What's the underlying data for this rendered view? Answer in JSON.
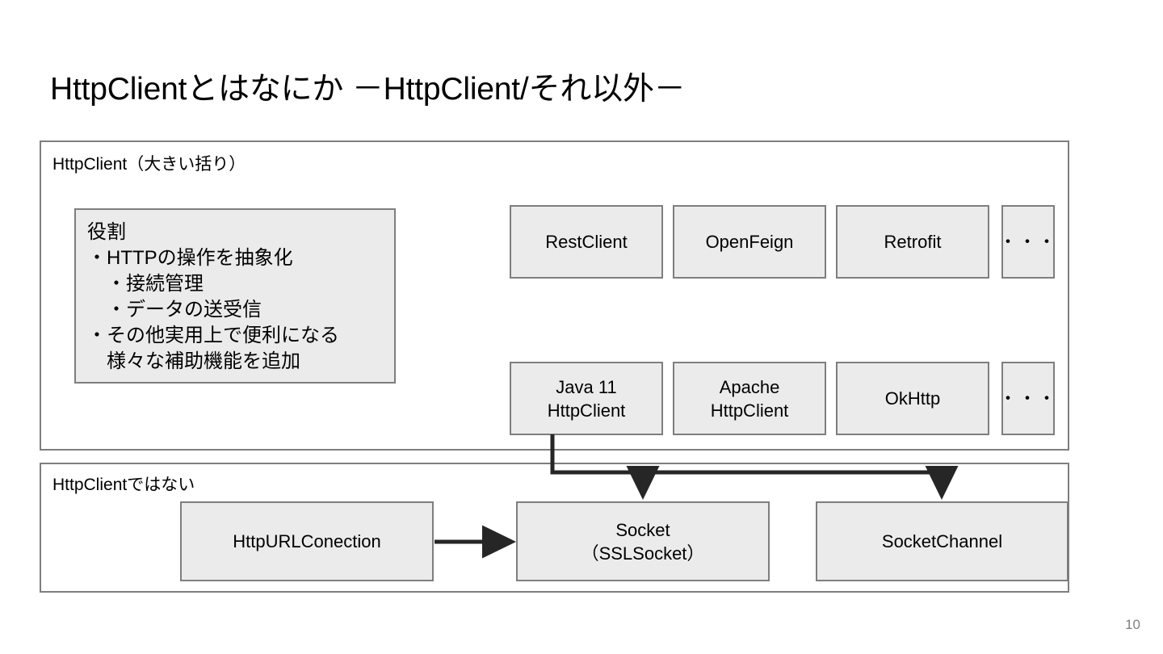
{
  "slide": {
    "title": "HttpClientとはなにか －HttpClient/それ以外－",
    "page_number": "10"
  },
  "colors": {
    "node_fill": "#ebebeb",
    "node_border": "#7e7e7e",
    "group_border": "#7e7e7e",
    "connector": "#262626",
    "text": "#000000",
    "page_number": "#7f7f7f",
    "background": "#ffffff"
  },
  "groups": {
    "httpclient": {
      "label": "HttpClient（大きい括り）",
      "role_box": {
        "text": "役割\n・HTTPの操作を抽象化\n　・接続管理\n　・データの送受信\n・その他実用上で便利になる\n　様々な補助機能を追加"
      },
      "rows": [
        {
          "name": "high-level-clients",
          "items": [
            {
              "label": "RestClient"
            },
            {
              "label": "OpenFeign"
            },
            {
              "label": "Retrofit"
            },
            {
              "label": "・・・"
            }
          ]
        },
        {
          "name": "low-level-clients",
          "items": [
            {
              "label": "Java 11\nHttpClient"
            },
            {
              "label": "Apache\nHttpClient"
            },
            {
              "label": "OkHttp"
            },
            {
              "label": "・・・"
            }
          ]
        }
      ]
    },
    "not_httpclient": {
      "label": "HttpClientではない",
      "items": [
        {
          "label": "HttpURLConection"
        },
        {
          "label": "Socket\n（SSLSocket）"
        },
        {
          "label": "SocketChannel"
        }
      ]
    }
  },
  "connectors": [
    {
      "name": "httpurlconnection-to-socket",
      "from": "HttpURLConection",
      "to": "Socket（SSLSocket）",
      "style": "arrow-right"
    },
    {
      "name": "clients-to-socket",
      "from": "Java 11 HttpClient",
      "to": "Socket（SSLSocket）",
      "style": "elbow-arrow-down"
    },
    {
      "name": "clients-to-socketchannel",
      "from": "Java 11 HttpClient",
      "to": "SocketChannel",
      "style": "elbow-arrow-down"
    }
  ]
}
